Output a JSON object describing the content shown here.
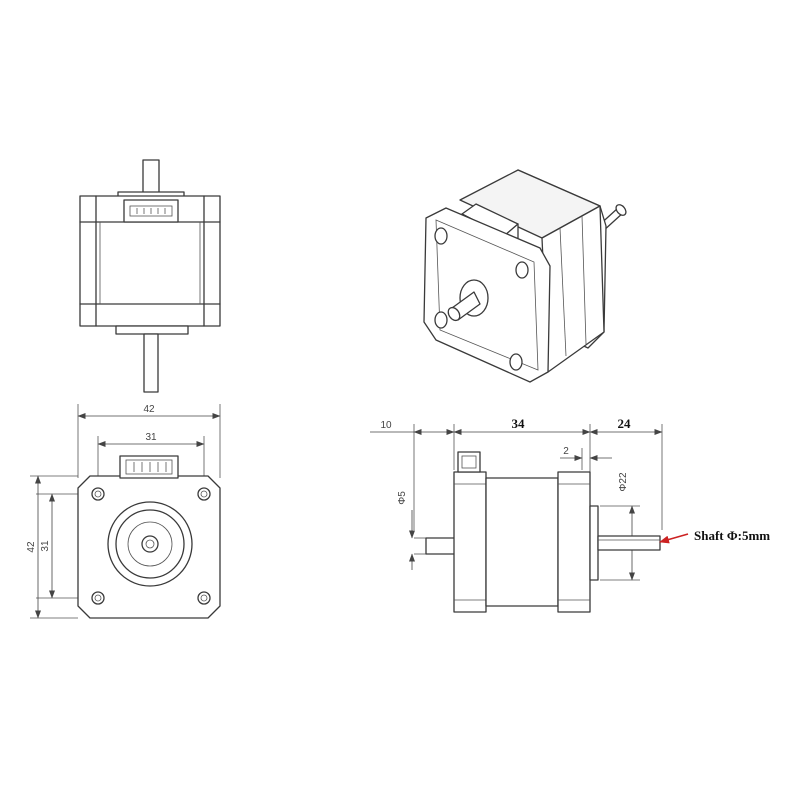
{
  "front_view": {
    "width_label": "42",
    "hole_spacing_label": "31",
    "height_label": "42",
    "hole_spacing_vertical_label": "31"
  },
  "side_view": {
    "rear_shaft_label": "10",
    "body_length_label": "34",
    "front_shaft_label": "24",
    "flange_step_label": "2",
    "rear_shaft_diameter_label": "Φ5",
    "boss_diameter_label": "Φ22",
    "shaft_note": "Shaft  Φ:5mm",
    "note_color": "#cc2222"
  }
}
